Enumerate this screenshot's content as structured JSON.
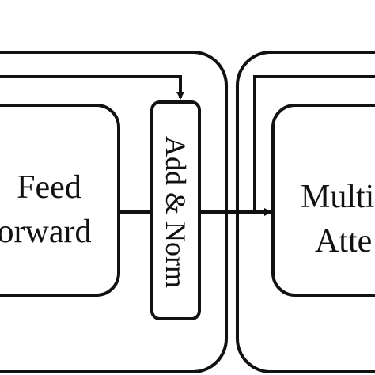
{
  "blocks": {
    "feed_forward": {
      "line1": "Feed",
      "line2": "orward"
    },
    "add_norm": {
      "label": "Add & Norm"
    },
    "multi_head_attention": {
      "line1": "Multi",
      "line2": "Atte"
    }
  },
  "colors": {
    "stroke": "#111111",
    "background": "#ffffff"
  }
}
